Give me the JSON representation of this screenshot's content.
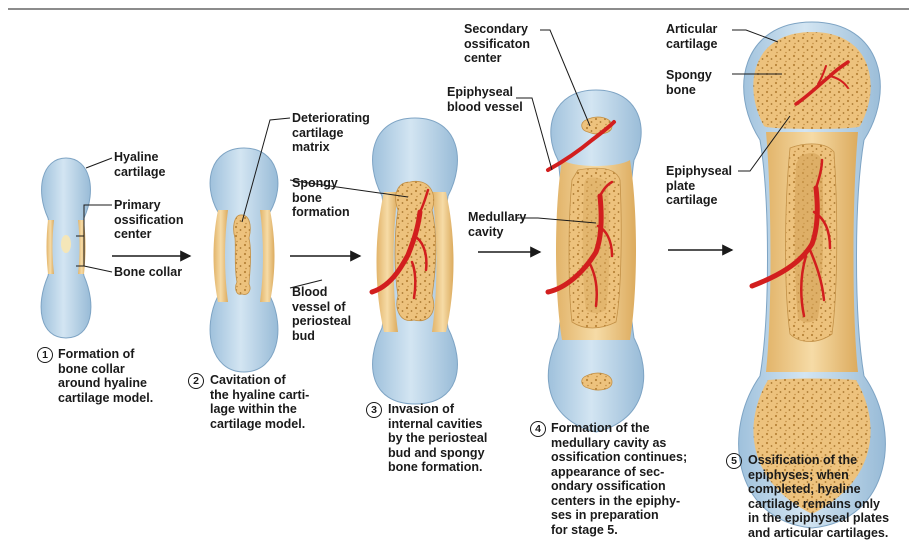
{
  "colors": {
    "cartilage": "#b9d3e6",
    "bone": "#f0c989",
    "spongy": "#e9b35e",
    "vessel": "#d21e1e"
  },
  "labels": {
    "hyaline_cartilage": "Hyaline\ncartilage",
    "primary_center": "Primary\nossification\ncenter",
    "bone_collar": "Bone collar",
    "deteriorating": "Deteriorating\ncartilage\nmatrix",
    "spongy_formation": "Spongy\nbone\nformation",
    "blood_vessel_bud": "Blood\nvessel of\nperiosteal\nbud",
    "secondary_center": "Secondary\nossificaton\ncenter",
    "epiphyseal_vessel": "Epiphyseal\nblood vessel",
    "medullary": "Medullary\ncavity",
    "articular": "Articular\ncartilage",
    "spongy_bone": "Spongy\nbone",
    "epiphyseal_plate": "Epiphyseal\nplate\ncartilage"
  },
  "stages": [
    {
      "number": "1",
      "caption": "Formation of\nbone collar\naround hyaline\ncartilage model."
    },
    {
      "number": "2",
      "caption": "Cavitation of\nthe hyaline carti-\nlage within the\ncartilage model."
    },
    {
      "number": "3",
      "caption": "Invasion of\ninternal cavities\nby the periosteal\nbud and spongy\nbone formation."
    },
    {
      "number": "4",
      "caption": "Formation of the\nmedullary cavity as\nossification continues;\nappearance of sec-\nondary ossification\ncenters in the epiphy-\nses in preparation\nfor stage 5."
    },
    {
      "number": "5",
      "caption": "Ossification of the\nepiphyses; when\ncompleted, hyaline\ncartilage remains only\nin the epiphyseal plates\nand articular cartilages."
    }
  ]
}
